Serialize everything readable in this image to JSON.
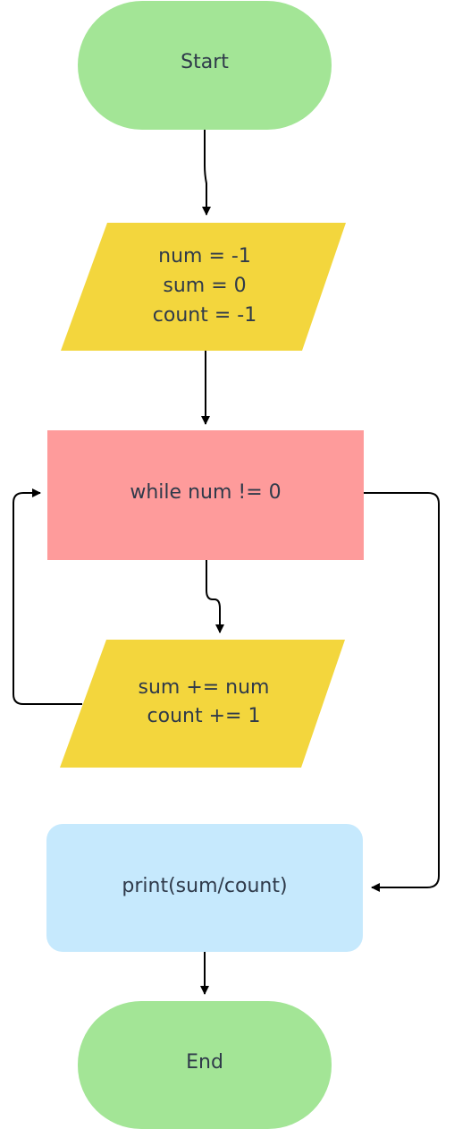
{
  "nodes": {
    "start": {
      "label": "Start",
      "color": "#a3e596"
    },
    "init": {
      "lines": [
        "num = -1",
        "sum = 0",
        "count = -1"
      ],
      "color": "#f3d63d"
    },
    "loop": {
      "label": "while num != 0",
      "color": "#fe9b9b"
    },
    "body": {
      "lines": [
        "sum += num",
        "count += 1"
      ],
      "color": "#f3d63d"
    },
    "output": {
      "label": "print(sum/count)",
      "color": "#c6e9fd"
    },
    "end": {
      "label": "End",
      "color": "#a3e596"
    }
  }
}
